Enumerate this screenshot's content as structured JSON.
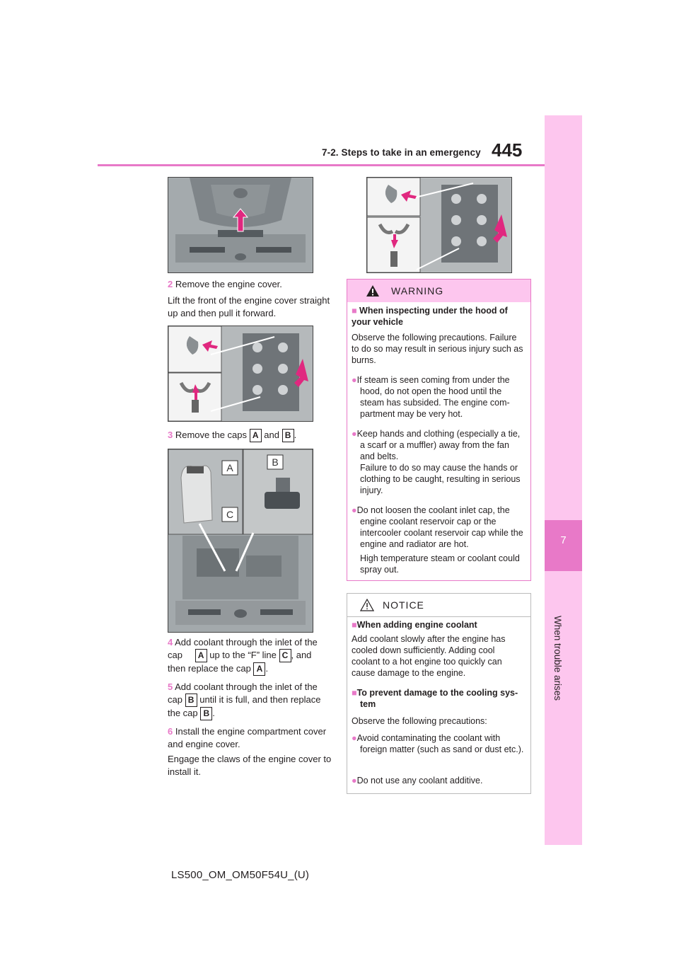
{
  "header": {
    "title": "7-2. Steps to take in an emergency",
    "page": "445"
  },
  "side_tab": {
    "number": "7",
    "label": "When trouble arises"
  },
  "steps": {
    "s2_num": "2",
    "s2_title": "Remove the engine cover.",
    "s2_body": "Lift the front of the engine cover straight up and then pull it forward.",
    "s3_num": "3",
    "s3_a": "Remove the caps",
    "s3_and": "and",
    "s3_end": ".",
    "s4_num": "4",
    "s4_a": "Add coolant through the inlet of the cap",
    "s4_b": "up to the “F” line",
    "s4_c": ", and then replace the cap",
    "s4_end": ".",
    "s5_num": "5",
    "s5_a": "Add coolant through the inlet of the cap",
    "s5_b": "until it is full, and then replace the cap",
    "s5_end": ".",
    "s6_num": "6",
    "s6_title": "Install the engine compartment cover and engine cover.",
    "s6_body": "Engage the claws of the engine cover to install it."
  },
  "keys": {
    "a": "A",
    "b": "B",
    "c": "C"
  },
  "warning": {
    "title": "WARNING",
    "h1": "When inspecting under the hood of your vehicle",
    "p1": "Observe the following precautions. Failure to do so may result in serious injury such as burns.",
    "b1": "If steam is seen coming from under the hood, do not open the hood until the steam has subsided. The engine com-partment may be very hot.",
    "b2": "Keep hands and clothing (especially a tie, a scarf or a muffler) away from the fan and belts.",
    "b2b": "Failure to do so may cause the hands or clothing to be caught, resulting in serious injury.",
    "b3": "Do not loosen the coolant inlet cap, the engine coolant reservoir cap or the intercooler coolant reservoir cap while the engine and radiator are hot.",
    "b3b": "High temperature steam or coolant could spray out."
  },
  "notice": {
    "title": "NOTICE",
    "h1": "When adding engine coolant",
    "p1": "Add coolant slowly after the engine has cooled down sufficiently. Adding cool coolant to a hot engine too quickly can cause damage to the engine.",
    "h2": "To prevent damage to the cooling sys-tem",
    "p2": "Observe the following precautions:",
    "b1": "Avoid contaminating the coolant with foreign matter (such as sand or dust etc.).",
    "b2": "Do not use any coolant additive."
  },
  "footer": "LS500_OM_OM50F54U_(U)",
  "colors": {
    "accent": "#e879c8",
    "tab": "#fdc6ee",
    "arrow": "#e0287f"
  }
}
